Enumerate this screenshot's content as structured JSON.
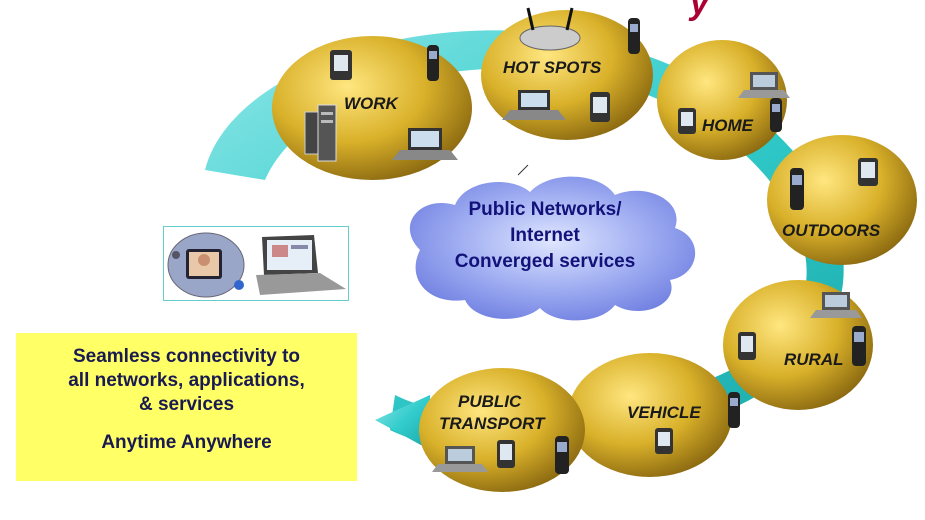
{
  "header": {
    "title_fragment": "y"
  },
  "cloud": {
    "lines": [
      "Public Networks/",
      "Internet",
      "Converged services"
    ]
  },
  "locations": [
    {
      "label": "WORK"
    },
    {
      "label": "HOT SPOTS"
    },
    {
      "label": "HOME"
    },
    {
      "label": "OUTDOORS"
    },
    {
      "label": "RURAL"
    },
    {
      "label": "VEHICLE"
    },
    {
      "label": "PUBLIC"
    },
    {
      "label": "TRANSPORT"
    }
  ],
  "callout": {
    "lines": [
      "Seamless connectivity to",
      "all networks, applications,",
      "& services"
    ],
    "tagline": "Anytime Anywhere"
  },
  "colors": {
    "ring": "#33cccc",
    "bubble": "#ccaa22",
    "cloud": "#7f8ee8",
    "callout_bg": "#ffff66",
    "title": "#aa0033"
  },
  "icons": [
    "pda-icon",
    "cellphone-icon",
    "laptop-icon",
    "server-icon",
    "wireless-router-icon",
    "videophone-icon"
  ]
}
